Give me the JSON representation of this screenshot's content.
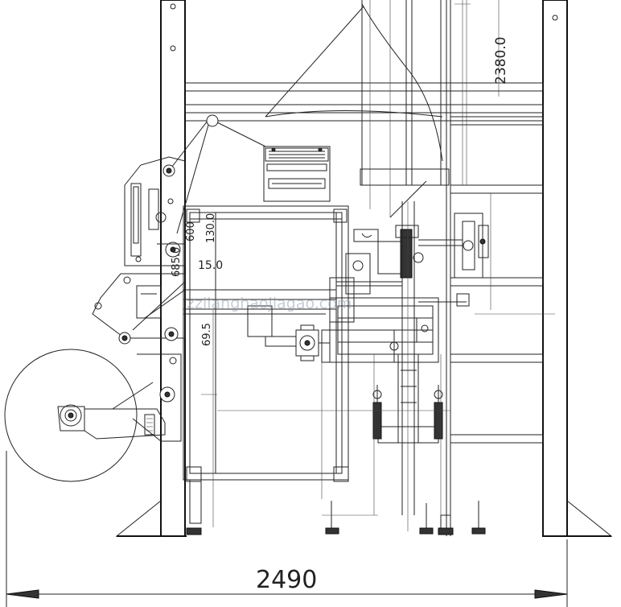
{
  "dimensions": {
    "overall_width": "2490",
    "right_height": "2380.0",
    "dim_600": "600",
    "dim_130": "130.0",
    "dim_150": "15.0",
    "dim_685": "685.0",
    "dim_695": "69.5"
  },
  "watermark": "zzlianghaojiagao.com",
  "colors": {
    "line": "#222222",
    "background": "#ffffff",
    "watermark": "#9aa6b6"
  }
}
